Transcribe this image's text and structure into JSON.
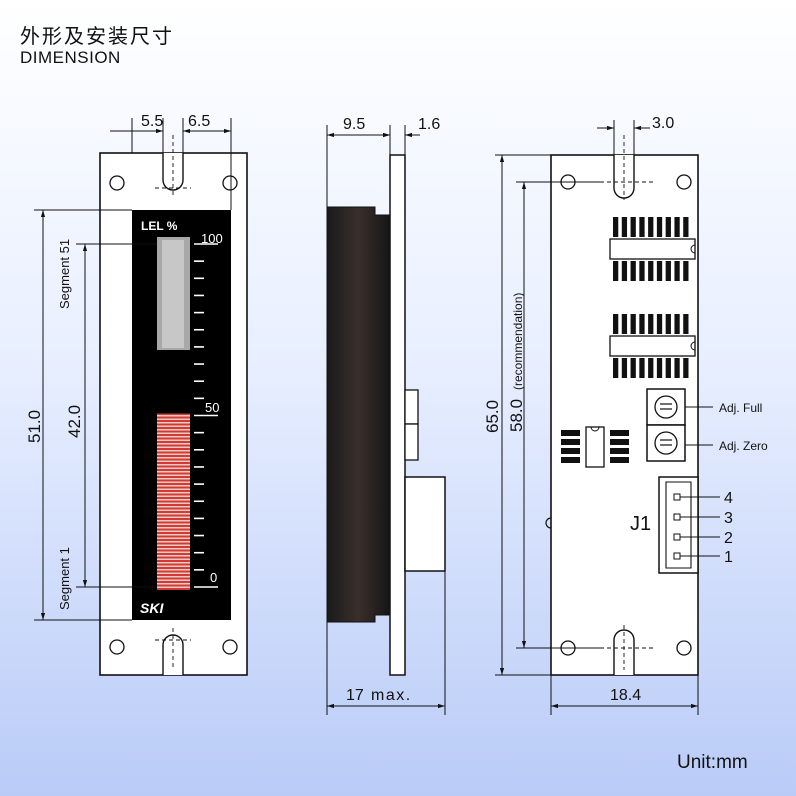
{
  "header": {
    "title_cn": "外形及安装尺寸",
    "title_en": "DIMENSION"
  },
  "front": {
    "label_top_left": "5.5",
    "label_top_right": "6.5",
    "height_outer": "51.0",
    "height_inner": "42.0",
    "segment_top": "Segment 51",
    "segment_bottom": "Segment 1",
    "display_label": "LEL %",
    "brand": "SKI",
    "scale_100": "100",
    "scale_50": "50",
    "scale_0": "0",
    "bar_level_percent": 50
  },
  "side": {
    "depth_left": "9.5",
    "depth_right": "1.6",
    "width_max": "17",
    "width_max_suffix": "max."
  },
  "back": {
    "slot_width": "3.0",
    "height_total": "65.0",
    "height_mount": "58.0",
    "height_mount_note": "(recommendation)",
    "width": "18.4",
    "adj_full": "Adj. Full",
    "adj_zero": "Adj. Zero",
    "connector": "J1",
    "pins": [
      "4",
      "3",
      "2",
      "1"
    ]
  },
  "footer": {
    "unit": "Unit:mm"
  },
  "colors": {
    "bar_red": "#d23a34",
    "panel": "#000000",
    "bar_empty": "#a8a8a8"
  }
}
